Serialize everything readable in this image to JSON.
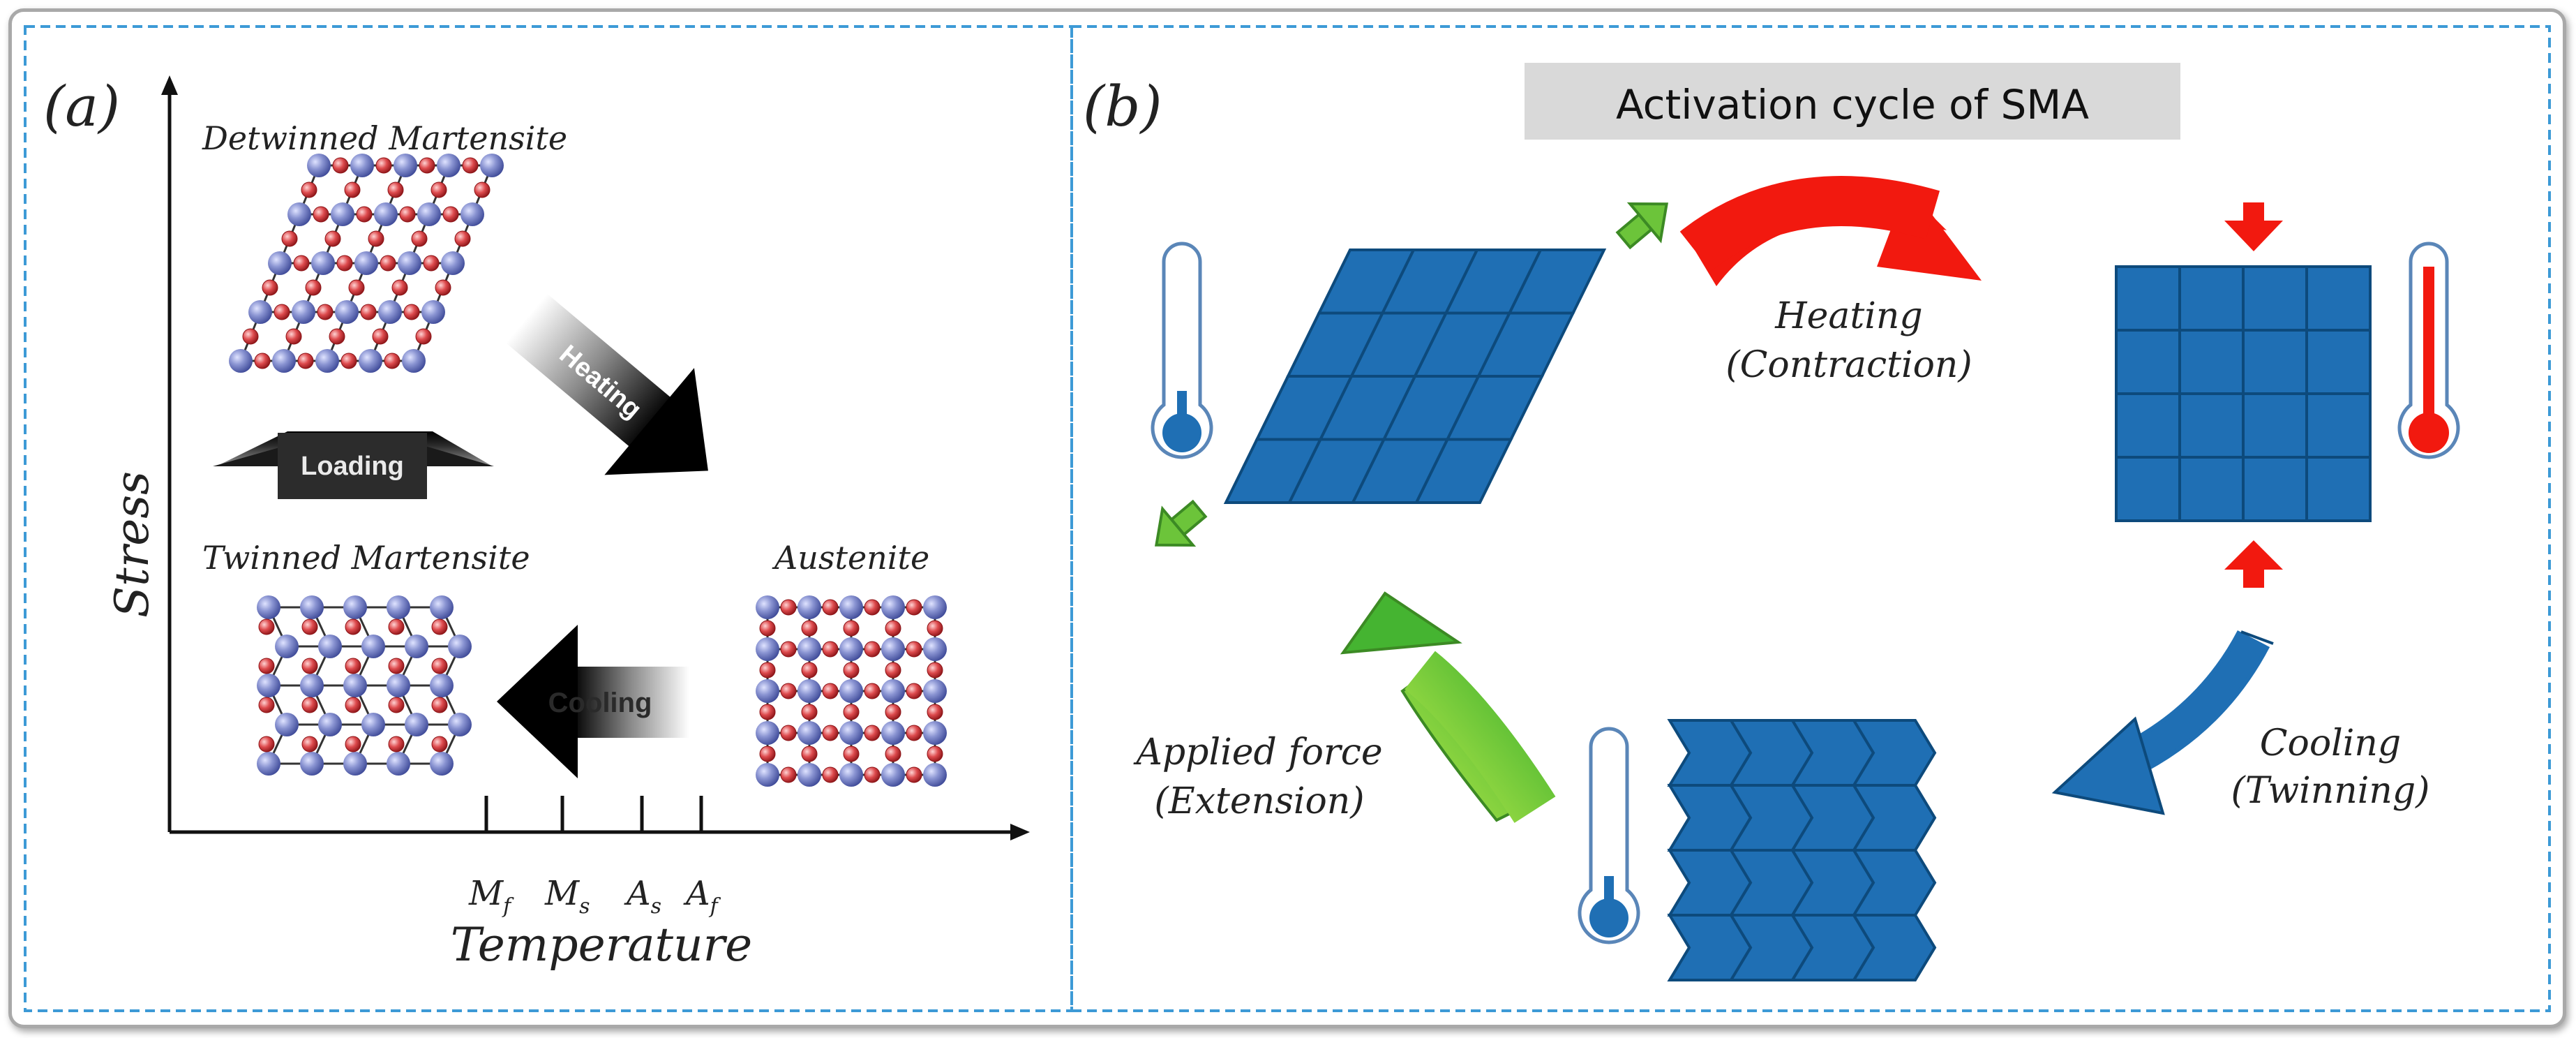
{
  "panel_a": {
    "label": "(a)",
    "y_axis_label": "Stress",
    "x_axis_label": "Temperature",
    "ticks": [
      "M",
      "M",
      "A",
      "A"
    ],
    "tick_subs": [
      "f",
      "s",
      "s",
      "f"
    ],
    "phases": {
      "detwinned": "Detwinned Martensite",
      "twinned": "Twinned Martensite",
      "austenite": "Austenite"
    },
    "arrows": {
      "loading": "Loading",
      "heating": "Heating",
      "cooling": "Cooling"
    }
  },
  "panel_b": {
    "label": "(b)",
    "title": "Activation cycle of SMA",
    "heating_line1": "Heating",
    "heating_line2": "(Contraction)",
    "cooling_line1": "Cooling",
    "cooling_line2": "(Twinning)",
    "applied_line1": "Applied force",
    "applied_line2": "(Extension)"
  },
  "colors": {
    "blue_atom": "#7b86c6",
    "red_atom": "#d9474a",
    "tile_blue": "#1f6fb4",
    "tile_stroke": "#0d4a7c",
    "heat_red": "#f2190f",
    "force_green": "#6cc43a",
    "cool_blue": "#1f6fb4",
    "panel_border": "#3d9ad6"
  }
}
